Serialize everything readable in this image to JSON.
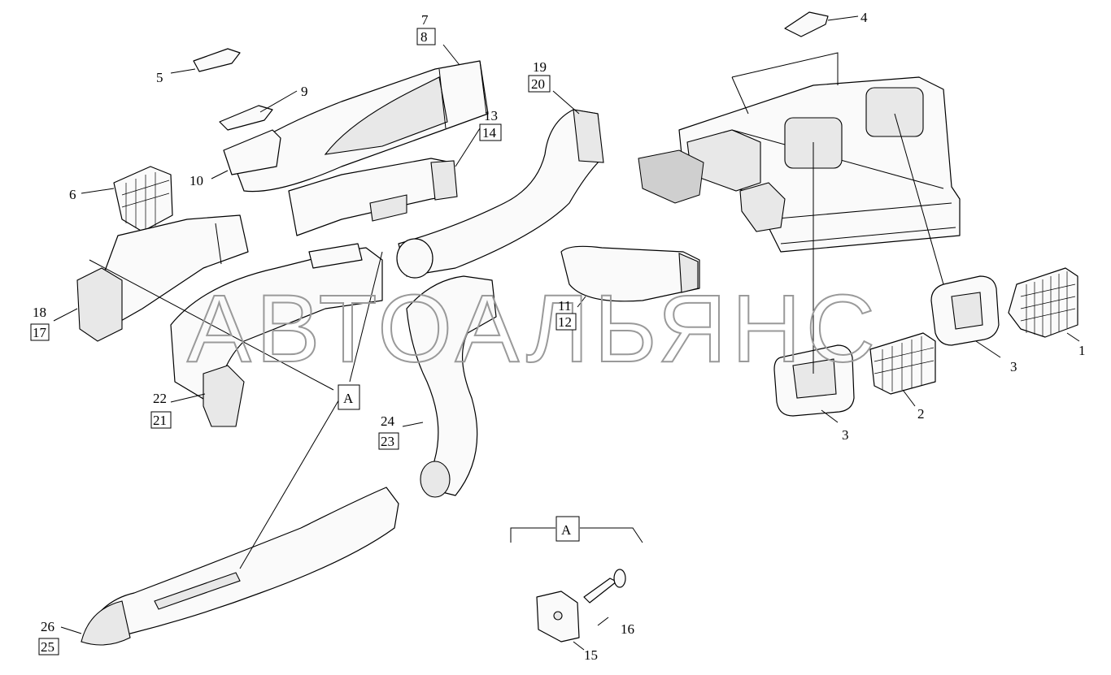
{
  "watermark": "АВТОАЛЬЯНС",
  "callouts": {
    "c1": "1",
    "c2": "2",
    "c3a": "3",
    "c3b": "3",
    "c4": "4",
    "c5": "5",
    "c6": "6",
    "c7": "7",
    "c8": "8",
    "c9": "9",
    "c10": "10",
    "c11": "11",
    "c12": "12",
    "c13": "13",
    "c14": "14",
    "c15": "15",
    "c16": "16",
    "c17": "17",
    "c18": "18",
    "c19": "19",
    "c20": "20",
    "c21": "21",
    "c22": "22",
    "c23": "23",
    "c24": "24",
    "c25": "25",
    "c26": "26"
  },
  "view_marker": "A",
  "detail_title": "A"
}
